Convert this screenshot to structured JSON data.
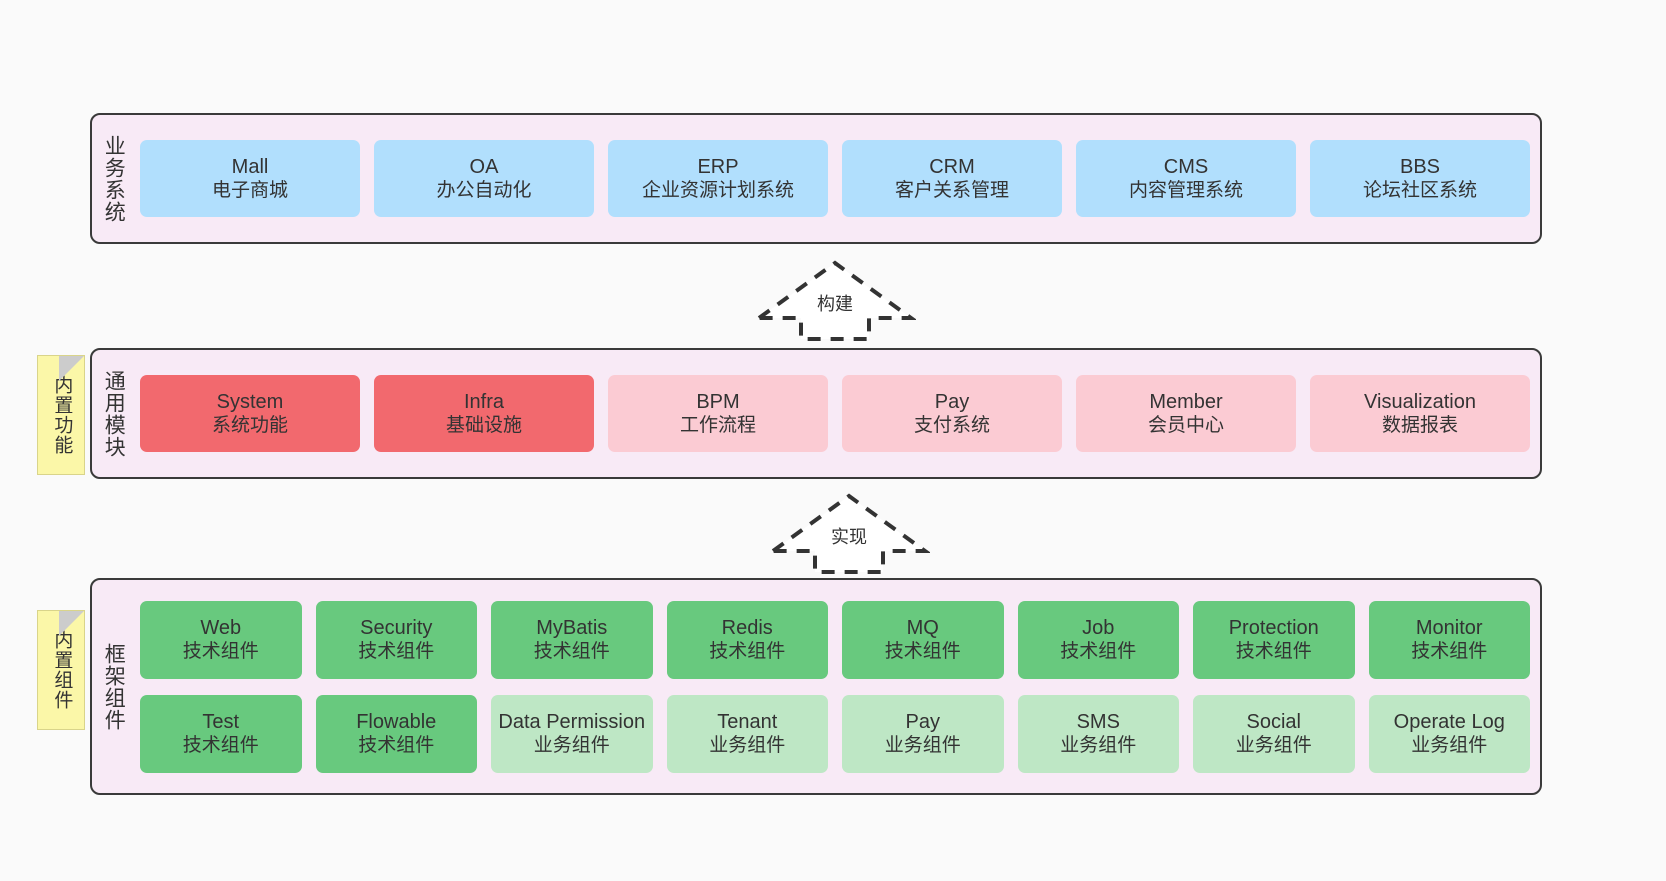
{
  "diagram": {
    "background_color": "#fafafa",
    "panel_color": "#f8eaf6",
    "note_color": "#fbf7a8",
    "colors": {
      "blue": "#b1dffd",
      "red": "#f2696e",
      "pink": "#fbcbd3",
      "green": "#68c97e",
      "light_green": "#bee7c5",
      "border": "#3a3a3a",
      "text": "#333333"
    }
  },
  "notes": [
    {
      "id": "note-func",
      "label": "内置功能"
    },
    {
      "id": "note-comp",
      "label": "内置组件"
    }
  ],
  "arrows": [
    {
      "id": "arrow-build",
      "label": "构建",
      "style": "dashed-hollow-up"
    },
    {
      "id": "arrow-impl",
      "label": "实现",
      "style": "dashed-hollow-up"
    }
  ],
  "layers": [
    {
      "id": "layer-business",
      "title": "业务系统",
      "rows": [
        {
          "items": [
            {
              "en": "Mall",
              "cn": "电子商城",
              "color": "blue"
            },
            {
              "en": "OA",
              "cn": "办公自动化",
              "color": "blue"
            },
            {
              "en": "ERP",
              "cn": "企业资源计划系统",
              "color": "blue"
            },
            {
              "en": "CRM",
              "cn": "客户关系管理",
              "color": "blue"
            },
            {
              "en": "CMS",
              "cn": "内容管理系统",
              "color": "blue"
            },
            {
              "en": "BBS",
              "cn": "论坛社区系统",
              "color": "blue"
            }
          ]
        }
      ]
    },
    {
      "id": "layer-common",
      "title": "通用模块",
      "rows": [
        {
          "items": [
            {
              "en": "System",
              "cn": "系统功能",
              "color": "red"
            },
            {
              "en": "Infra",
              "cn": "基础设施",
              "color": "red"
            },
            {
              "en": "BPM",
              "cn": "工作流程",
              "color": "pink"
            },
            {
              "en": "Pay",
              "cn": "支付系统",
              "color": "pink"
            },
            {
              "en": "Member",
              "cn": "会员中心",
              "color": "pink"
            },
            {
              "en": "Visualization",
              "cn": "数据报表",
              "color": "pink"
            }
          ]
        }
      ]
    },
    {
      "id": "layer-frame",
      "title": "框架组件",
      "rows": [
        {
          "items": [
            {
              "en": "Web",
              "cn": "技术组件",
              "color": "green"
            },
            {
              "en": "Security",
              "cn": "技术组件",
              "color": "green"
            },
            {
              "en": "MyBatis",
              "cn": "技术组件",
              "color": "green"
            },
            {
              "en": "Redis",
              "cn": "技术组件",
              "color": "green"
            },
            {
              "en": "MQ",
              "cn": "技术组件",
              "color": "green"
            },
            {
              "en": "Job",
              "cn": "技术组件",
              "color": "green"
            },
            {
              "en": "Protection",
              "cn": "技术组件",
              "color": "green"
            },
            {
              "en": "Monitor",
              "cn": "技术组件",
              "color": "green"
            }
          ]
        },
        {
          "items": [
            {
              "en": "Test",
              "cn": "技术组件",
              "color": "green"
            },
            {
              "en": "Flowable",
              "cn": "技术组件",
              "color": "green"
            },
            {
              "en": "Data Permission",
              "cn": "业务组件",
              "color": "light_green"
            },
            {
              "en": "Tenant",
              "cn": "业务组件",
              "color": "light_green"
            },
            {
              "en": "Pay",
              "cn": "业务组件",
              "color": "light_green"
            },
            {
              "en": "SMS",
              "cn": "业务组件",
              "color": "light_green"
            },
            {
              "en": "Social",
              "cn": "业务组件",
              "color": "light_green"
            },
            {
              "en": "Operate Log",
              "cn": "业务组件",
              "color": "light_green"
            }
          ]
        }
      ]
    }
  ]
}
